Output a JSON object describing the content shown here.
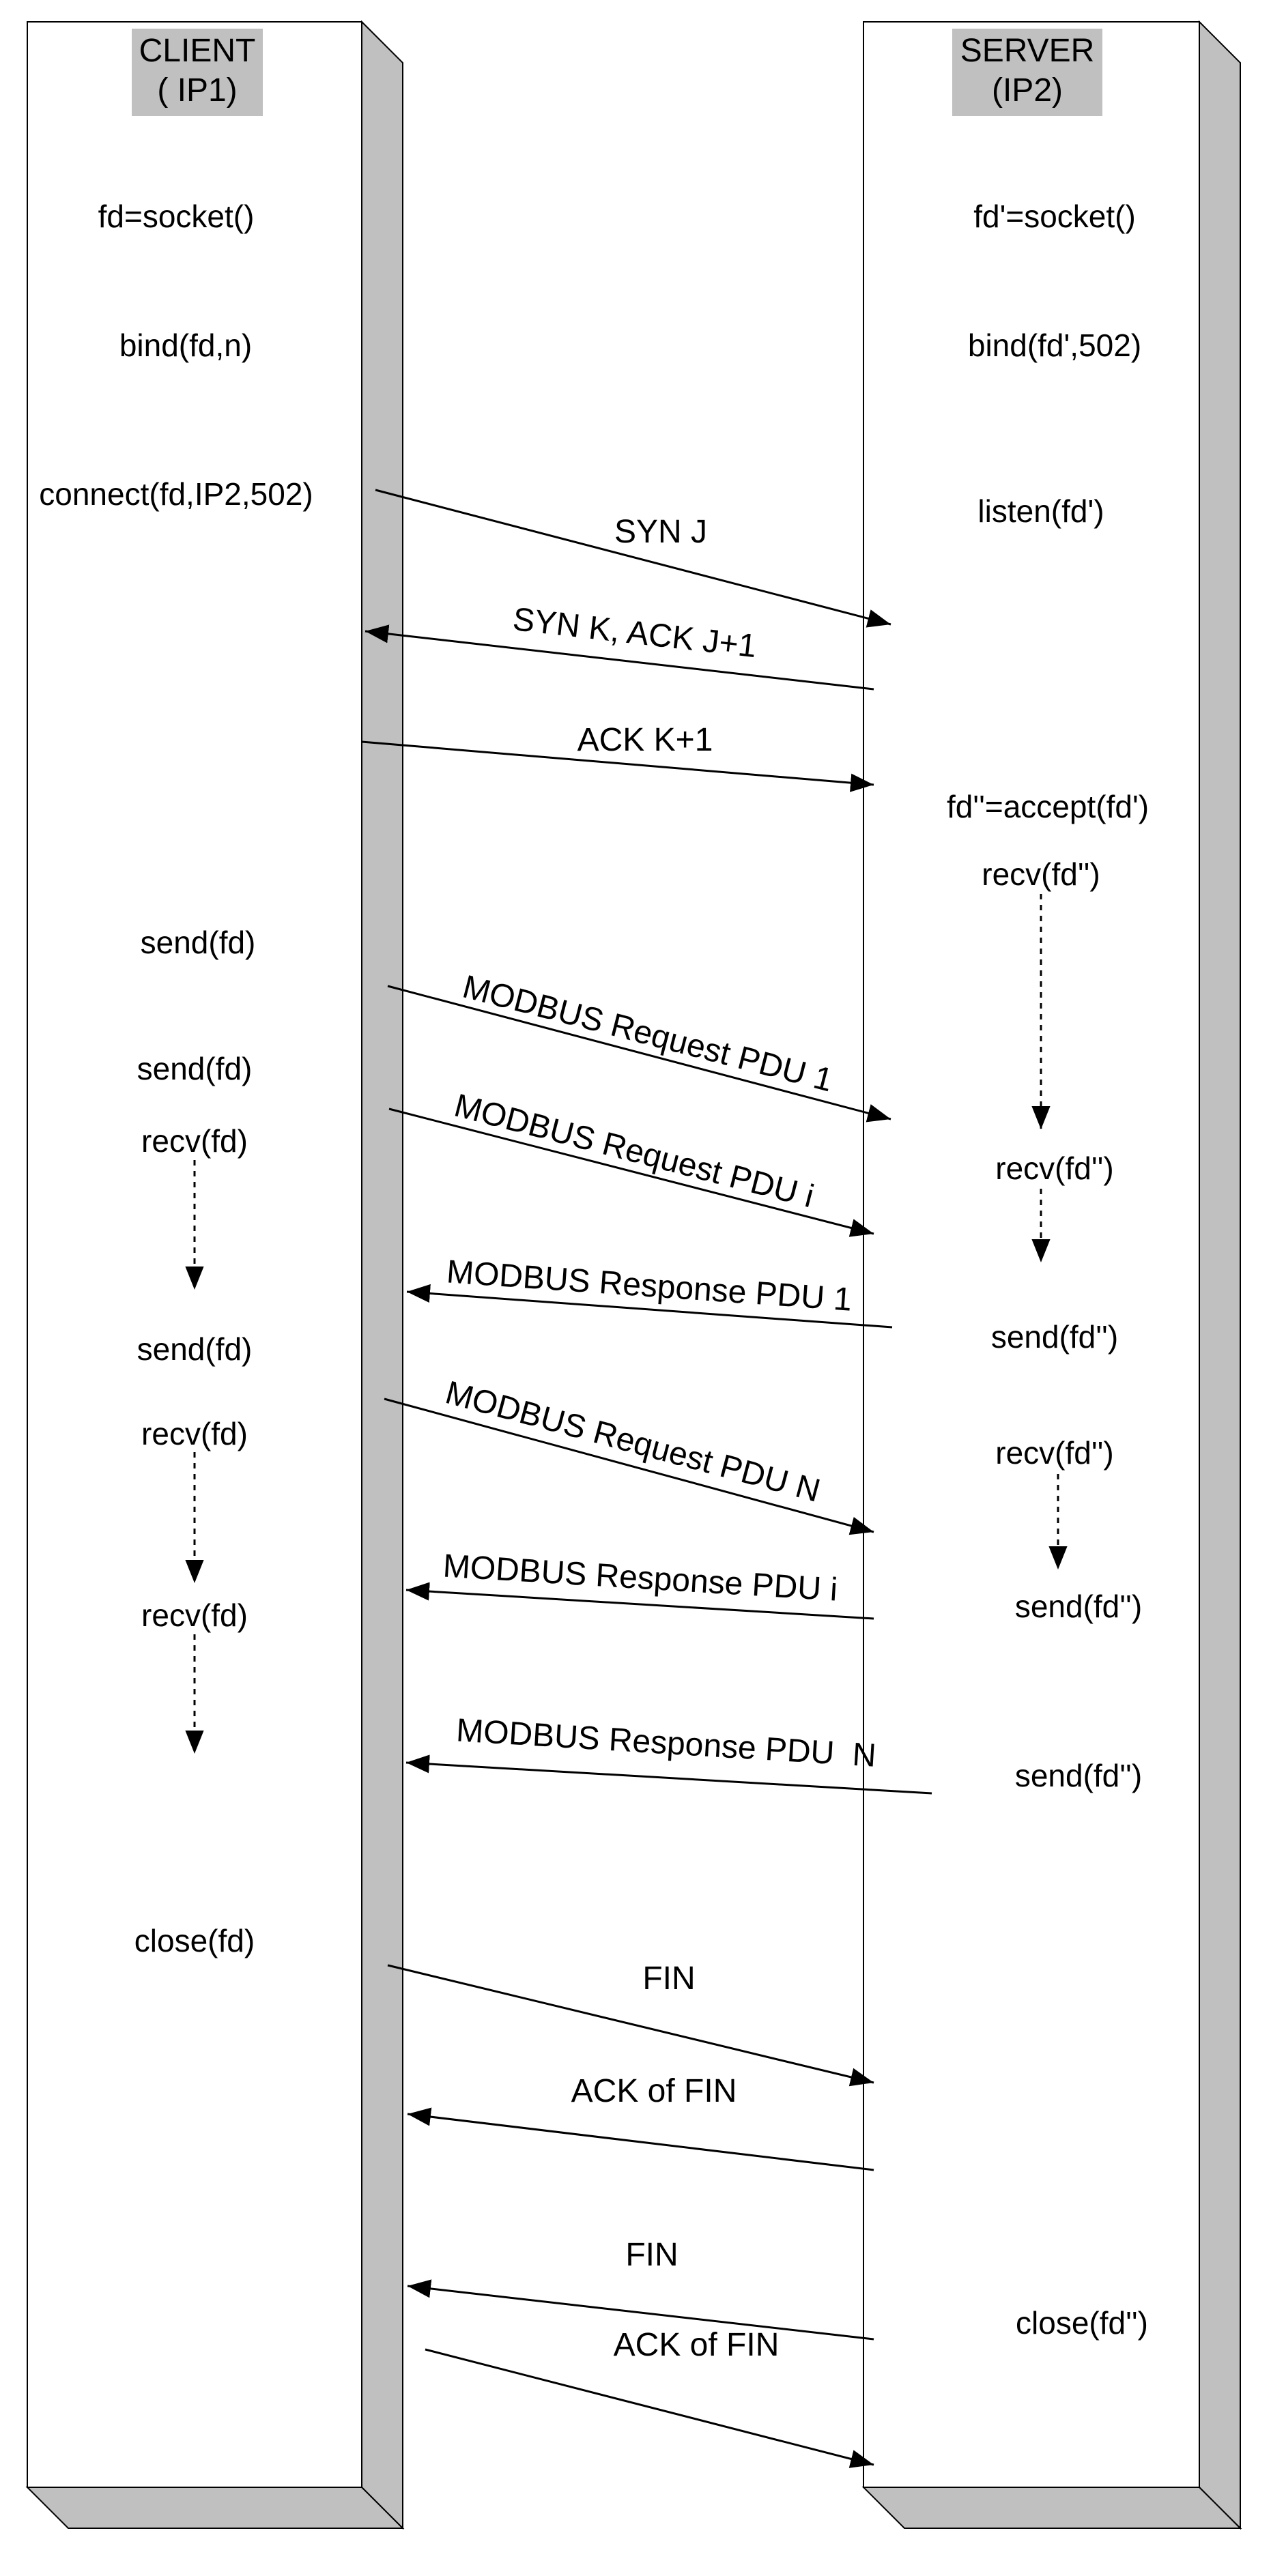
{
  "client": {
    "title": "CLIENT",
    "address": "( IP1)"
  },
  "server": {
    "title": "SERVER",
    "address": "(IP2)"
  },
  "client_calls": [
    "fd=socket()",
    "bind(fd,n)",
    "connect(fd,IP2,502)",
    "send(fd)",
    "send(fd)",
    "recv(fd)",
    "send(fd)",
    "recv(fd)",
    "recv(fd)",
    "close(fd)"
  ],
  "server_calls": [
    "fd'=socket()",
    "bind(fd',502)",
    "listen(fd')",
    "fd''=accept(fd')",
    "recv(fd'')",
    "recv(fd'')",
    "send(fd'')",
    "recv(fd'')",
    "send(fd'')",
    "send(fd'')",
    "close(fd'')"
  ],
  "messages": [
    {
      "label": "SYN J",
      "dir": "client-to-server"
    },
    {
      "label": "SYN K, ACK J+1",
      "dir": "server-to-client"
    },
    {
      "label": "ACK K+1",
      "dir": "client-to-server"
    },
    {
      "label": "MODBUS Request PDU 1",
      "dir": "client-to-server"
    },
    {
      "label": "MODBUS Request PDU i",
      "dir": "client-to-server"
    },
    {
      "label": "MODBUS Response PDU 1",
      "dir": "server-to-client"
    },
    {
      "label": "MODBUS Request PDU N",
      "dir": "client-to-server"
    },
    {
      "label": "MODBUS Response PDU i",
      "dir": "server-to-client"
    },
    {
      "label": "MODBUS Response PDU  N",
      "dir": "server-to-client"
    },
    {
      "label": "FIN",
      "dir": "client-to-server"
    },
    {
      "label": "ACK of FIN",
      "dir": "server-to-client"
    },
    {
      "label": "FIN",
      "dir": "server-to-client"
    },
    {
      "label": "ACK of FIN",
      "dir": "client-to-server"
    }
  ],
  "colors": {
    "pillar_face": "#ffffff",
    "pillar_side": "#c0c0c0",
    "header_bg": "#c0c0c0",
    "line": "#000000"
  }
}
